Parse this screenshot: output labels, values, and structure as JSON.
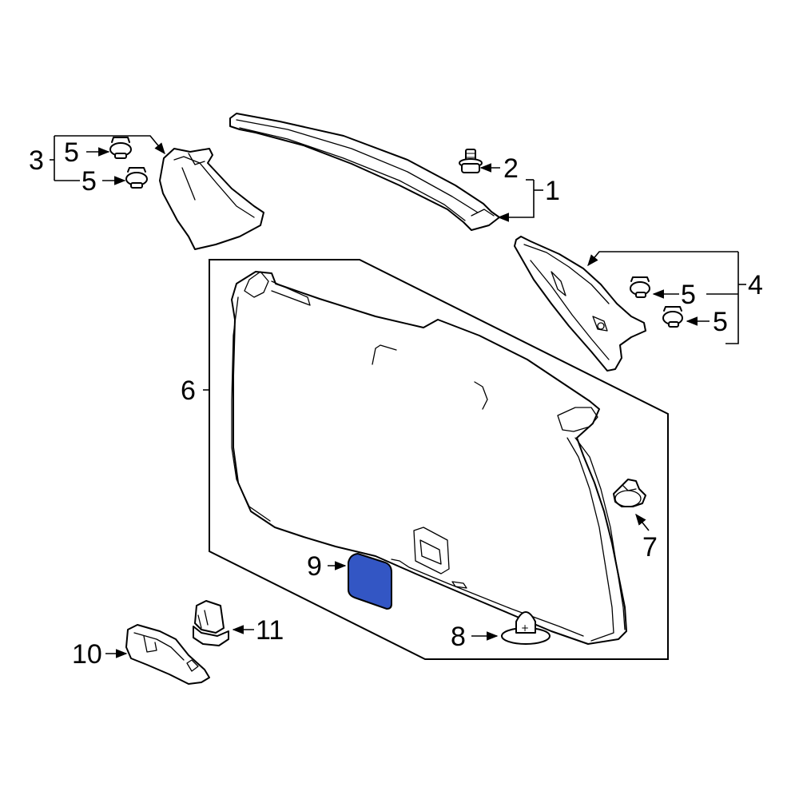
{
  "highlight_color": "#3356c4",
  "callouts": {
    "c1": "1",
    "c2": "2",
    "c3": "3",
    "c3_5a": "5",
    "c3_5b": "5",
    "c4": "4",
    "c4_5a": "5",
    "c4_5b": "5",
    "c6": "6",
    "c7": "7",
    "c8": "8",
    "c9": "9",
    "c10": "10",
    "c11": "11"
  }
}
